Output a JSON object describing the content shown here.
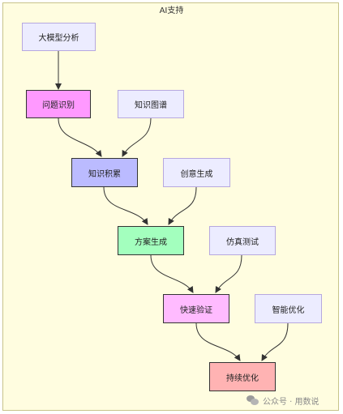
{
  "frame": {
    "title": "AI支持"
  },
  "nodes": {
    "big_model_analysis": "大模型分析",
    "problem_identification": "问题识别",
    "knowledge_graph": "知识图谱",
    "knowledge_accumulation": "知识积累",
    "creative_generation": "创意生成",
    "solution_generation": "方案生成",
    "simulation_testing": "仿真测试",
    "rapid_verification": "快速验证",
    "intelligent_optimization": "智能优化",
    "continuous_optimization": "持续优化"
  },
  "colors": {
    "frame_fill": "#fffde0",
    "light_node": "#ececff",
    "problem_identification": "#ff99ff",
    "knowledge_accumulation": "#bbbbff",
    "solution_generation": "#a3ffbe",
    "rapid_verification": "#ffbbff",
    "continuous_optimization": "#ffb3b3"
  },
  "watermark": {
    "text": "公众号 · 用数说",
    "icon": "wechat-icon"
  }
}
